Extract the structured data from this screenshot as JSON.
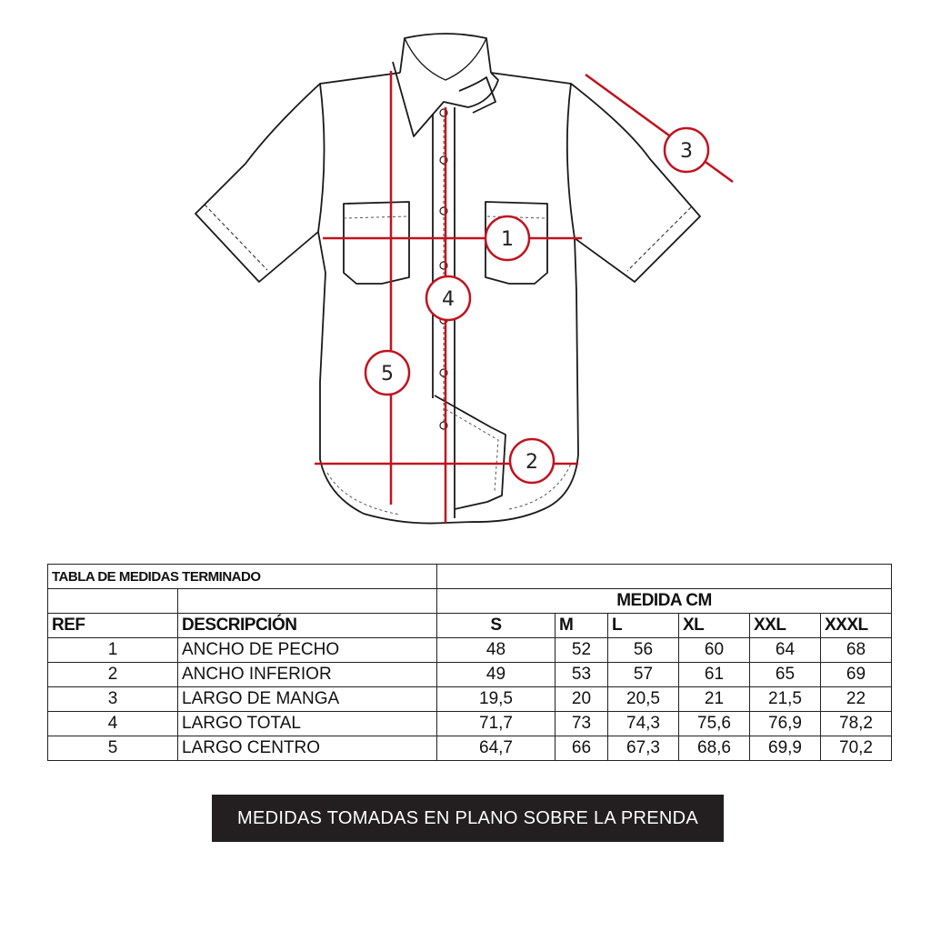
{
  "diagram": {
    "colors": {
      "measure_line": "#c1121f",
      "outline": "#1a1a1a",
      "stitch": "#555555"
    },
    "callouts": [
      "1",
      "2",
      "3",
      "4",
      "5"
    ]
  },
  "table": {
    "title": "TABLA DE MEDIDAS TERMINADO",
    "unit_header": "MEDIDA  CM",
    "col_ref": "REF",
    "col_desc": "DESCRIPCIÓN",
    "sizes": [
      "S",
      "M",
      "L",
      "XL",
      "XXL",
      "XXXL"
    ],
    "rows": [
      {
        "ref": "1",
        "desc": "ANCHO DE PECHO",
        "values": [
          "48",
          "52",
          "56",
          "60",
          "64",
          "68"
        ]
      },
      {
        "ref": "2",
        "desc": "ANCHO INFERIOR",
        "values": [
          "49",
          "53",
          "57",
          "61",
          "65",
          "69"
        ]
      },
      {
        "ref": "3",
        "desc": "LARGO DE MANGA",
        "values": [
          "19,5",
          "20",
          "20,5",
          "21",
          "21,5",
          "22"
        ]
      },
      {
        "ref": "4",
        "desc": "LARGO TOTAL",
        "values": [
          "71,7",
          "73",
          "74,3",
          "75,6",
          "76,9",
          "78,2"
        ]
      },
      {
        "ref": "5",
        "desc": "LARGO CENTRO",
        "values": [
          "64,7",
          "66",
          "67,3",
          "68,6",
          "69,9",
          "70,2"
        ]
      }
    ]
  },
  "note": "MEDIDAS TOMADAS EN PLANO SOBRE LA PRENDA"
}
